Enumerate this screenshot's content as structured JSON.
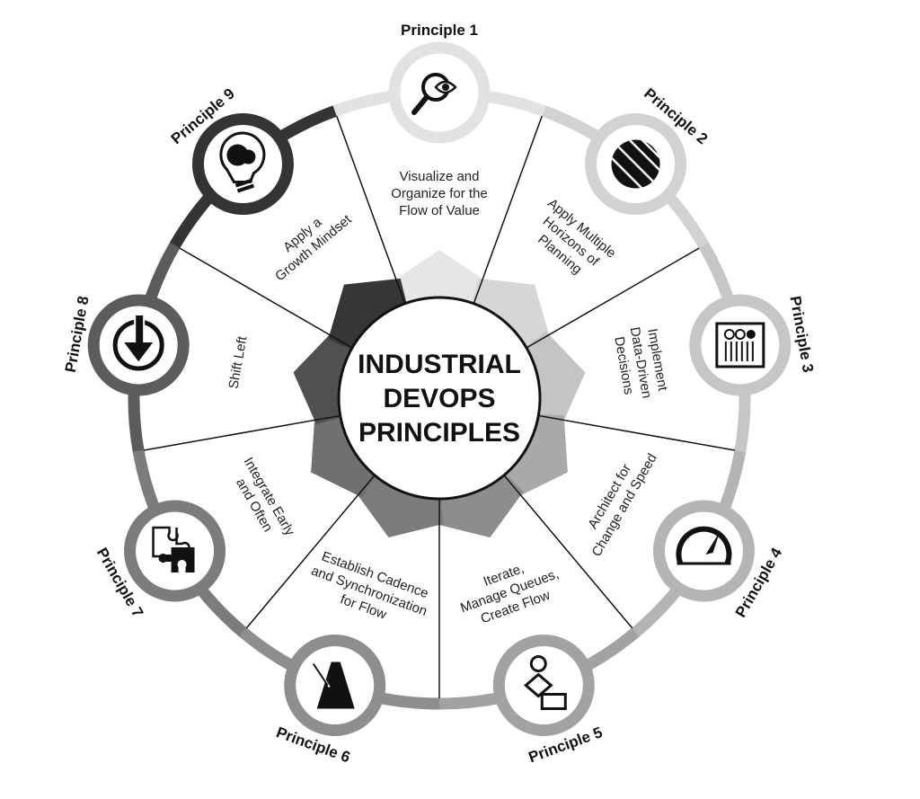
{
  "title_lines": [
    "INDUSTRIAL",
    "DEVOPS",
    "PRINCIPLES"
  ],
  "principles": [
    {
      "label": "Principle 1",
      "icon": "magnifier-eye-icon",
      "lines": [
        "Visualize and",
        "Organize for the",
        "Flow of Value"
      ],
      "ring_color": "#e2e2e2",
      "star_color": "#e6e6e6"
    },
    {
      "label": "Principle 2",
      "icon": "striped-circle-icon",
      "lines": [
        "Apply Multiple",
        "Horizons of",
        "Planning"
      ],
      "ring_color": "#d2d2d2",
      "star_color": "#d6d6d6"
    },
    {
      "label": "Principle 3",
      "icon": "data-dashboard-icon",
      "lines": [
        "Implement",
        "Data-Driven",
        "Decisions"
      ],
      "ring_color": "#c6c6c6",
      "star_color": "#c4c4c4"
    },
    {
      "label": "Principle 4",
      "icon": "speedometer-icon",
      "lines": [
        "Architect for",
        "Change and Speed"
      ],
      "ring_color": "#b4b4b4",
      "star_color": "#a9a9a9"
    },
    {
      "label": "Principle 5",
      "icon": "flowchart-icon",
      "lines": [
        "Iterate,",
        "Manage Queues,",
        "Create Flow"
      ],
      "ring_color": "#a2a2a2",
      "star_color": "#8d8d8d"
    },
    {
      "label": "Principle 6",
      "icon": "metronome-icon",
      "lines": [
        "Establish Cadence",
        "and Synchronization",
        "for Flow"
      ],
      "ring_color": "#8e8e8e",
      "star_color": "#7c7c7c"
    },
    {
      "label": "Principle 7",
      "icon": "puzzle-icon",
      "lines": [
        "Integrate Early",
        "and Often"
      ],
      "ring_color": "#7c7c7c",
      "star_color": "#707070"
    },
    {
      "label": "Principle 8",
      "icon": "down-arrow-circle-icon",
      "lines": [
        "Shift Left"
      ],
      "ring_color": "#5c5c5c",
      "star_color": "#505050"
    },
    {
      "label": "Principle 9",
      "icon": "lightbulb-brain-icon",
      "lines": [
        "Apply a",
        "Growth Mindset"
      ],
      "ring_color": "#343434",
      "star_color": "#363636"
    }
  ]
}
